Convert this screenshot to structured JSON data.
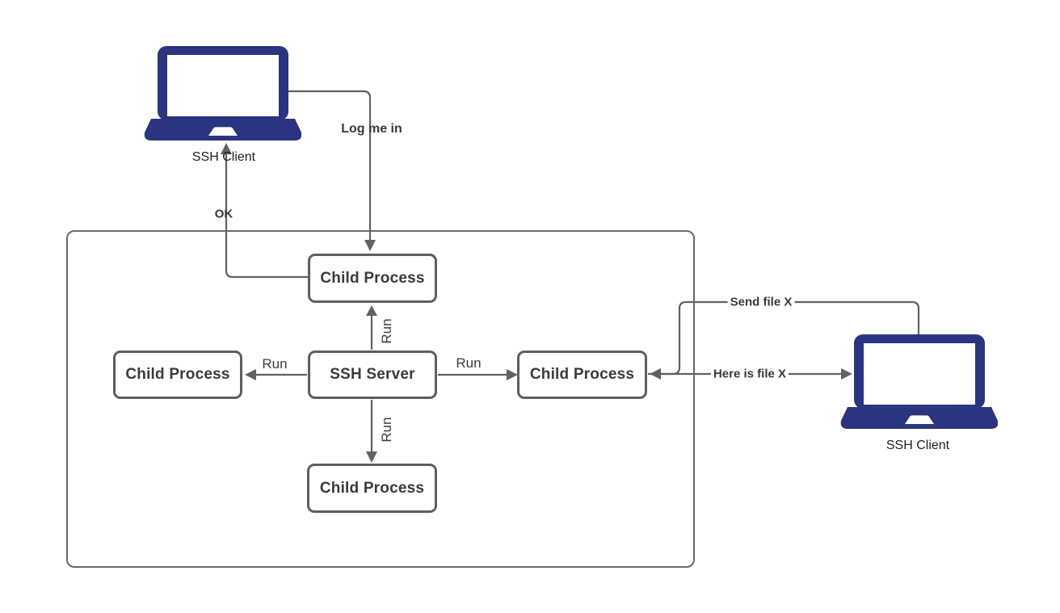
{
  "diagram": {
    "nodes": {
      "client_left": "SSH Client",
      "client_right": "SSH Client",
      "child_top": "Child Process",
      "child_left": "Child Process",
      "server": "SSH Server",
      "child_right": "Child Process",
      "child_bottom": "Child Process"
    },
    "edges": {
      "log_me_in": "Log me in",
      "ok": "OK",
      "run_top": "Run",
      "run_left": "Run",
      "run_right": "Run",
      "run_bottom": "Run",
      "send_file": "Send file X",
      "here_is_file": "Here is file X"
    },
    "colors": {
      "laptop_fill": "#2b3480",
      "connector_stroke": "#616161",
      "box_border": "#5e5e5e",
      "label_text": "#383838"
    }
  }
}
